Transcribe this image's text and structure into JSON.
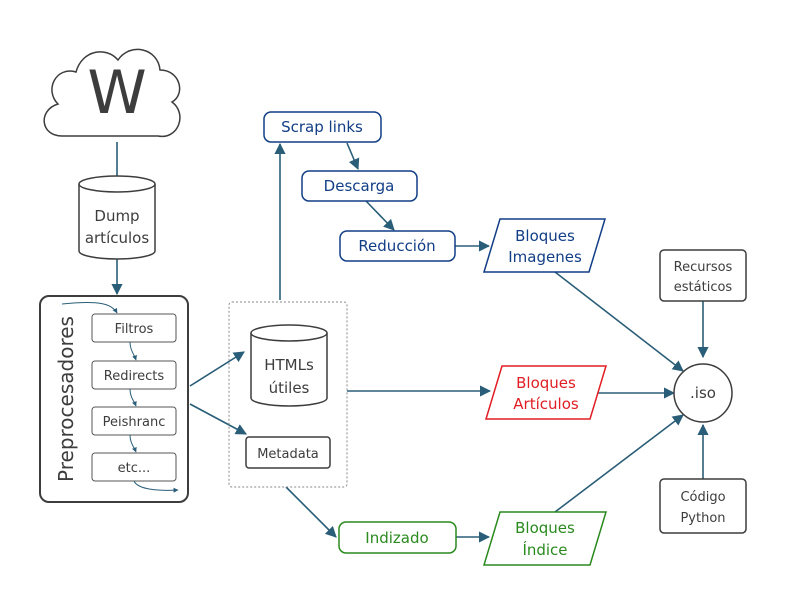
{
  "logo_letter": "W",
  "dump": {
    "line1": "Dump",
    "line2": "artículos"
  },
  "preprocessors": {
    "title": "Preprocesadores",
    "steps": [
      "Filtros",
      "Redirects",
      "Peishranc",
      "etc..."
    ]
  },
  "htmls": {
    "line1": "HTMLs",
    "line2": "útiles"
  },
  "metadata": "Metadata",
  "scrap_links": "Scrap links",
  "descarga": "Descarga",
  "reduccion": "Reducción",
  "bloques_imagenes": {
    "line1": "Bloques",
    "line2": "Imagenes"
  },
  "bloques_articulos": {
    "line1": "Bloques",
    "line2": "Artículos"
  },
  "indizado": "Indizado",
  "bloques_indice": {
    "line1": "Bloques",
    "line2": "Índice"
  },
  "recursos": {
    "line1": "Recursos",
    "line2": "estáticos"
  },
  "codigo": {
    "line1": "Código",
    "line2": "Python"
  },
  "iso": ".iso",
  "colors": {
    "neutral": "#3d3d3d",
    "edge": "#2a5e78",
    "blue": "#123e86",
    "red": "#e01e24",
    "green": "#2a8a1e"
  }
}
